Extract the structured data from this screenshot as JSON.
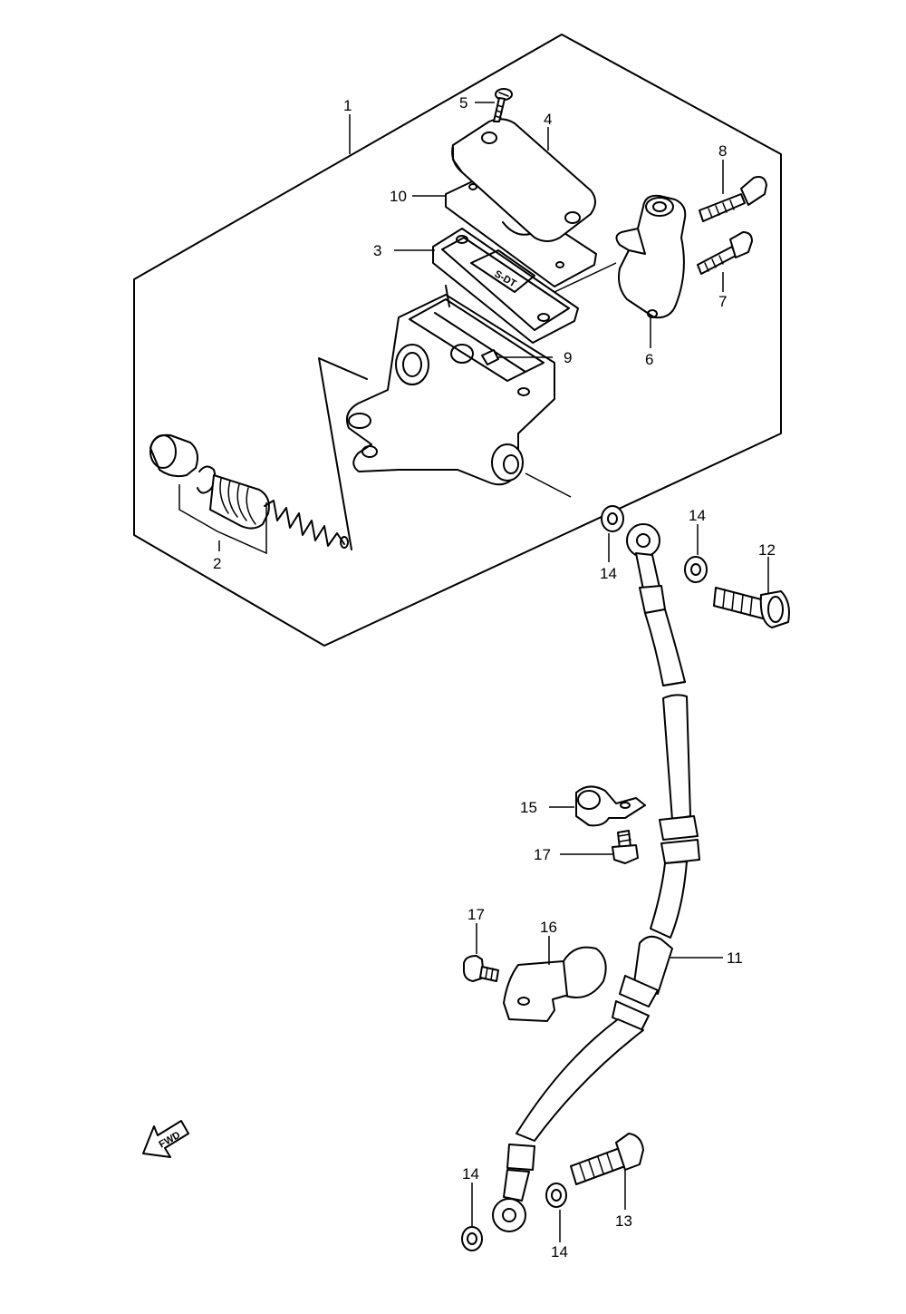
{
  "callouts": {
    "c1": "1",
    "c2": "2",
    "c3": "3",
    "c4": "4",
    "c5": "5",
    "c6": "6",
    "c7": "7",
    "c8": "8",
    "c9": "9",
    "c10": "10",
    "c11": "11",
    "c12": "12",
    "c13": "13",
    "c14a": "14",
    "c14b": "14",
    "c14c": "14",
    "c14d": "14",
    "c15": "15",
    "c16": "16",
    "c17a": "17",
    "c17b": "17"
  },
  "fwd_arrow": {
    "text": "FWD"
  }
}
